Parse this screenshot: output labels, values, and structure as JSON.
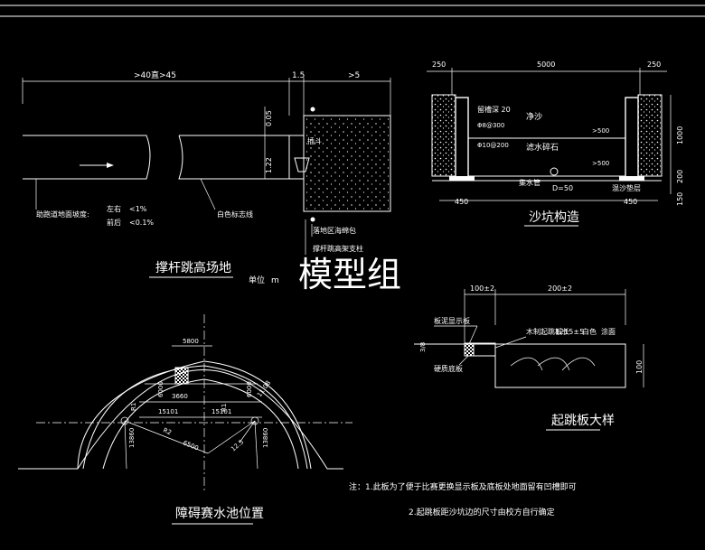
{
  "watermark": "模型组",
  "pole_vault": {
    "title": "撑杆跳高场地",
    "unit_label": "单位",
    "unit_value": "m",
    "dim_top_left": ">40直>45",
    "dim_top_mid": "1.5",
    "dim_top_right": ">5",
    "dim_v1": "0.05",
    "dim_v2": "1.22",
    "box_label": "插斗",
    "slope_label": "助跑道地面坡度:",
    "slope_lr_label": "左右",
    "slope_lr_value": "<1%",
    "slope_fb_label": "前后",
    "slope_fb_value": "<0.1%",
    "white_line": "白色标志线",
    "landing_label": "落地区海绵包",
    "stand_label": "撑杆跳高架支柱"
  },
  "sand_pit": {
    "title": "沙坑构造",
    "dim_left": "250",
    "dim_center": "5000",
    "dim_right": "250",
    "dim_h1": "1000",
    "dim_h2": "200",
    "dim_h3": "150",
    "dim_b_left": "450",
    "dim_b_right": "450",
    "wall": "留槽深 20",
    "rebar1": "Φ8@300",
    "rebar2": "Φ10@200",
    "sand": "净沙",
    "filter_stone": "滤水碎石",
    "s1": ">500",
    "s2": ">500",
    "drain": "集水管",
    "pipe": "D=50",
    "gravel": "混沙垫层"
  },
  "takeoff": {
    "title": "起跳板大样",
    "dim_left": "100±2",
    "dim_right": "200±2",
    "board_label": "板泥显示板",
    "wood_label": "木制起跳板长",
    "wood_value": "1215±5",
    "color_label": "白色",
    "surface_label": "涂面",
    "base_label": "硬质底板",
    "h_left": "3/8",
    "h_right": "100"
  },
  "steeple": {
    "title": "障碍赛水池位置",
    "d1": "5800",
    "d2": "3660",
    "d3": "15101",
    "d4": "15101",
    "d5": "6000",
    "d6": "6000",
    "d7": "13860",
    "d8": "13860",
    "d9": "6500",
    "d10": "R1",
    "d11": "R2",
    "d12": "R1",
    "d13": "11.08",
    "d14": "12.5"
  },
  "notes": {
    "line1": "注：1.此板为了便于比赛更换显示板及底板处地面留有凹槽即可",
    "line2": "2.起跳板距沙坑边的尺寸由校方自行确定"
  }
}
